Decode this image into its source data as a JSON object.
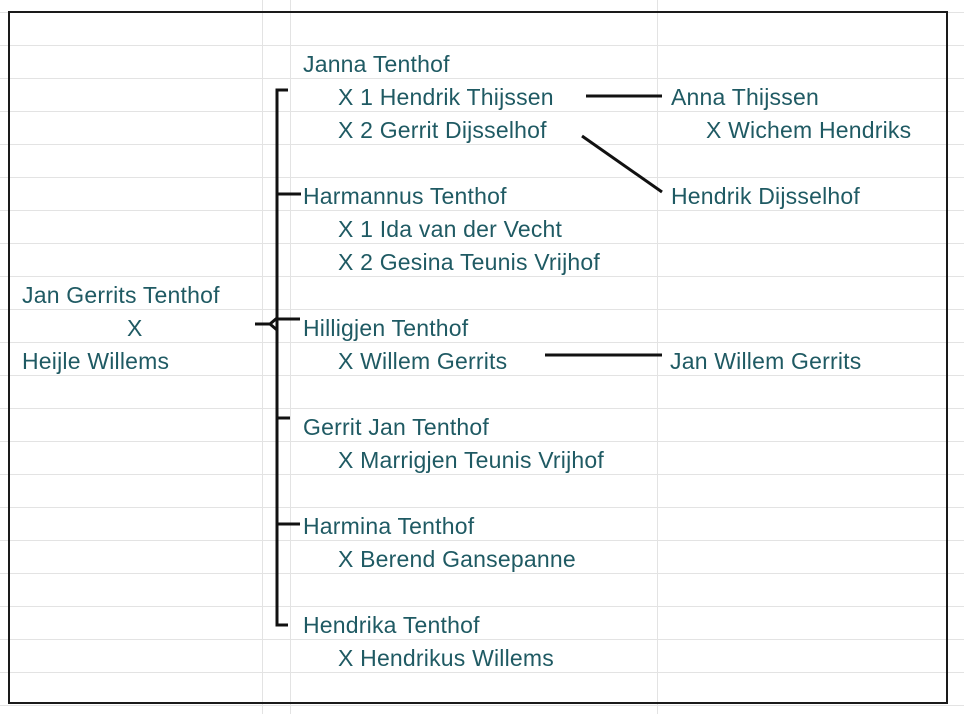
{
  "colors": {
    "text": "#1f5a63",
    "lines": "#111111",
    "gridlines": "#e3e3e3",
    "frame": "#1a1a1a"
  },
  "parents": {
    "father": "Jan Gerrits Tenthof",
    "marriage_mark": "X",
    "mother": "Heijle Willems"
  },
  "children": [
    {
      "name": "Janna Tenthof",
      "spouses": [
        "X 1 Hendrik Thijssen",
        "X 2 Gerrit Dijsselhof"
      ]
    },
    {
      "name": "Harmannus Tenthof",
      "spouses": [
        "X 1 Ida van der Vecht",
        "X 2 Gesina Teunis Vrijhof"
      ]
    },
    {
      "name": "Hilligjen Tenthof",
      "spouses": [
        "X Willem Gerrits"
      ]
    },
    {
      "name": "Gerrit Jan Tenthof",
      "spouses": [
        "X Marrigjen Teunis Vrijhof"
      ]
    },
    {
      "name": "Harmina Tenthof",
      "spouses": [
        "X Berend Gansepanne"
      ]
    },
    {
      "name": "Hendrika Tenthof",
      "spouses": [
        "X Hendrikus Willems"
      ]
    }
  ],
  "grandchildren": {
    "anna": {
      "name": "Anna Thijssen",
      "spouse": "X Wichem Hendriks"
    },
    "hendrik": {
      "name": "Hendrik Dijsselhof"
    },
    "jan_willem": {
      "name": "Jan Willem Gerrits"
    }
  }
}
